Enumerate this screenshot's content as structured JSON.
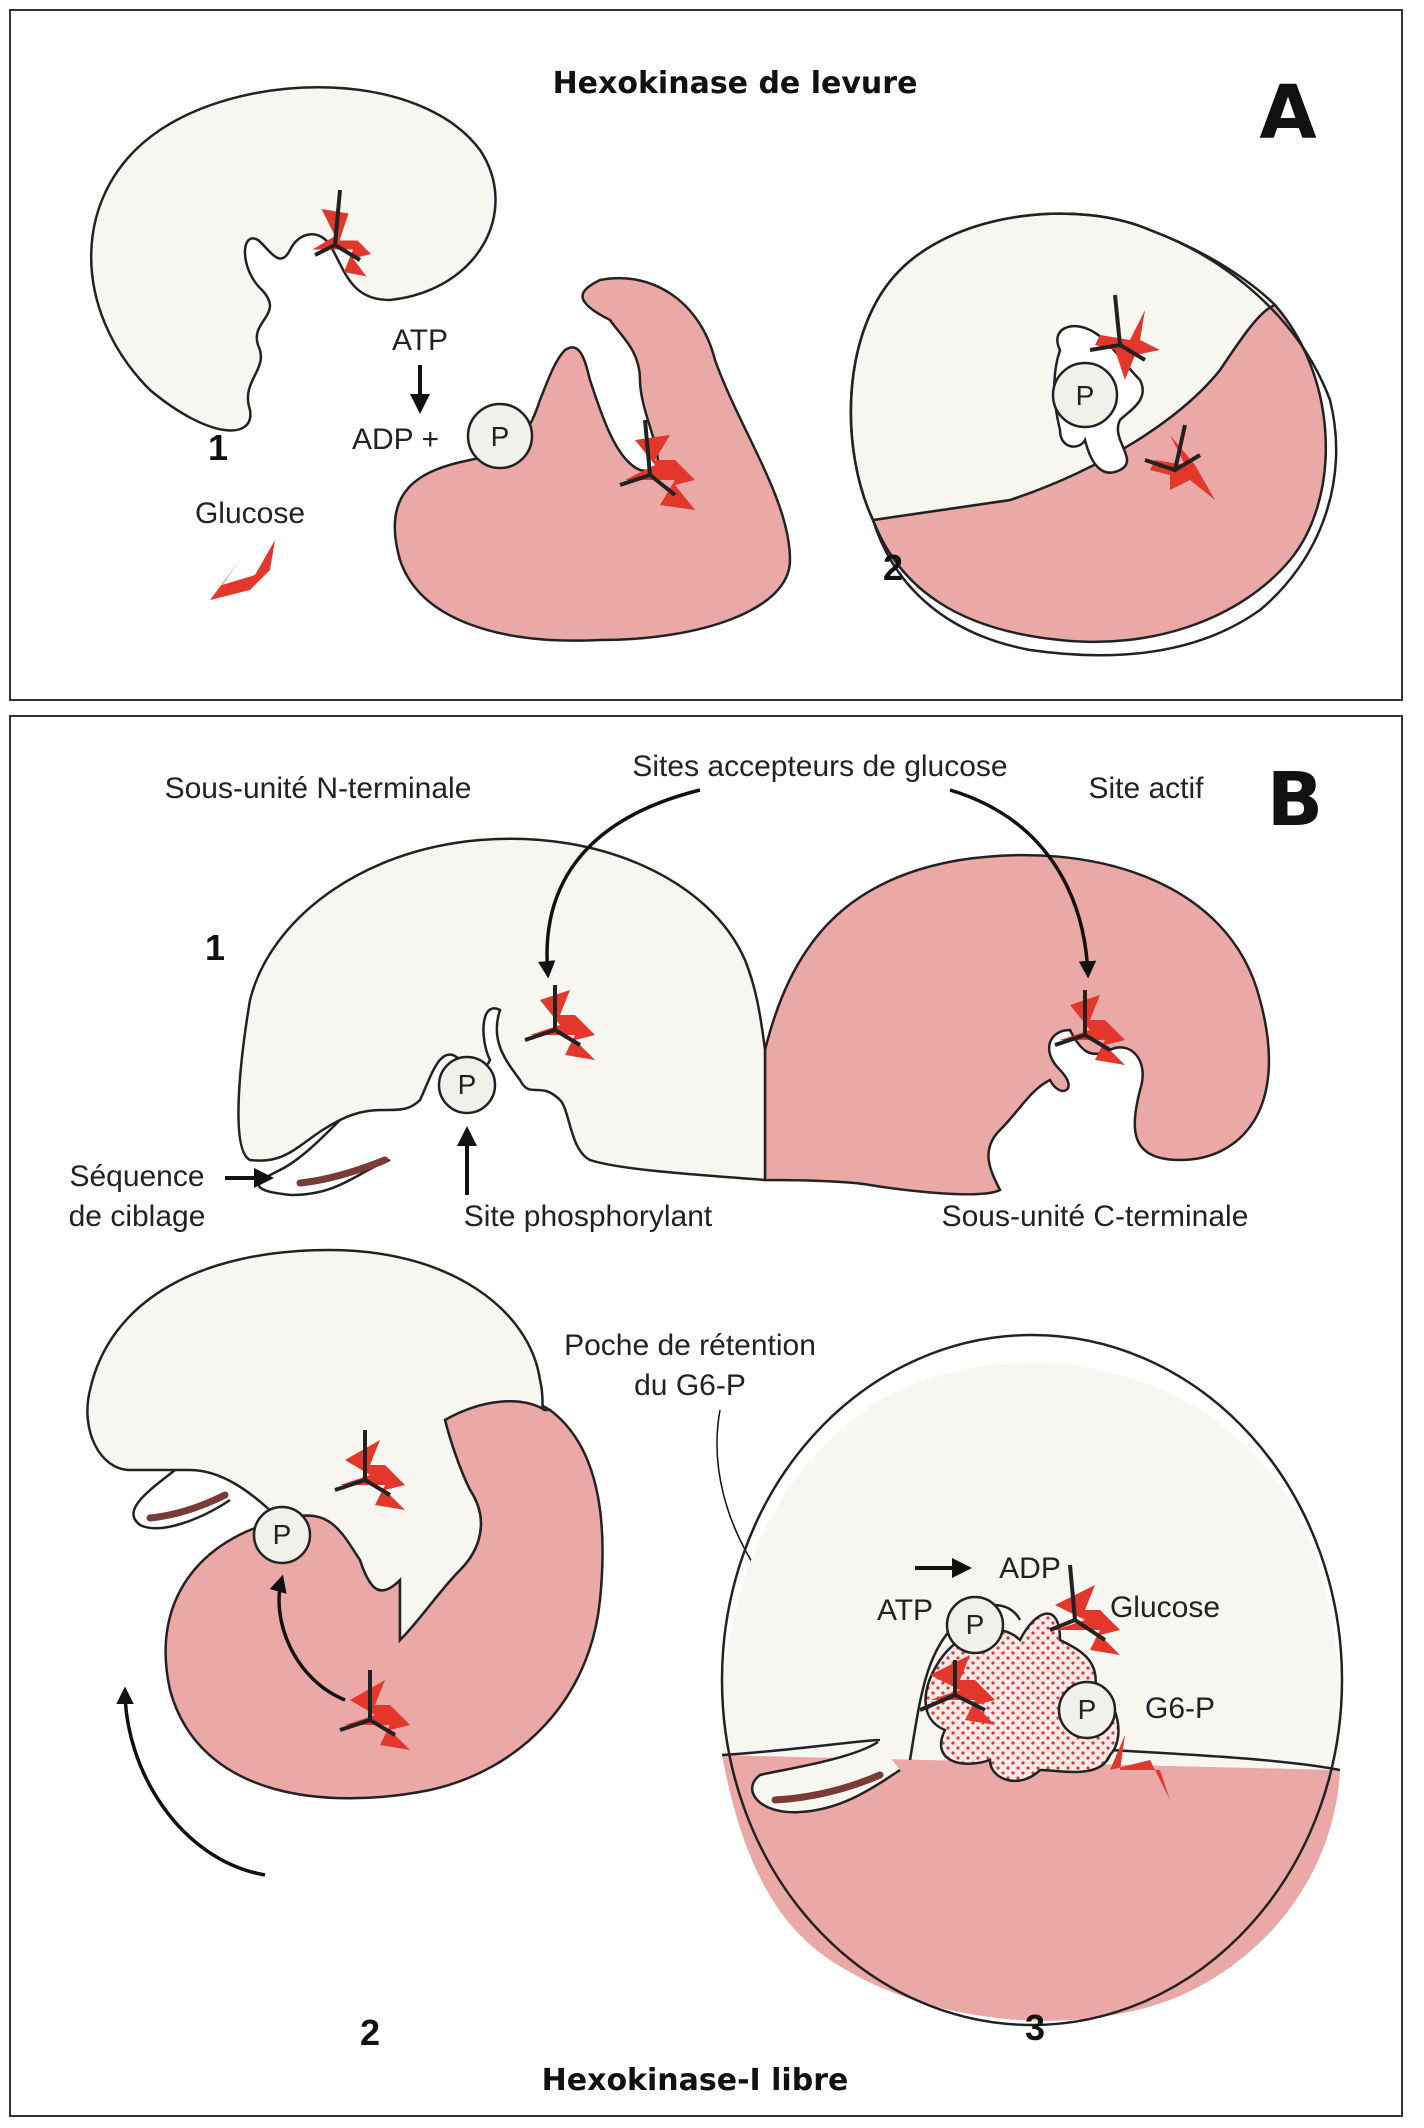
{
  "panel_a": {
    "title": "Hexokinase de levure",
    "letter": "A",
    "step1": "1",
    "step2": "2",
    "atp": "ATP",
    "adp": "ADP +",
    "glucose": "Glucose",
    "phosphate": "P"
  },
  "panel_b": {
    "letter": "B",
    "n_sub": "Sous-unité N-terminale",
    "sites": "Sites accepteurs de glucose",
    "site_actif": "Site actif",
    "step1": "1",
    "seq1": "Séquence",
    "seq2": "de ciblage",
    "site_phos": "Site phosphorylant",
    "c_sub": "Sous-unité C-terminale",
    "poche1": "Poche de rétention",
    "poche2": "du G6-P",
    "atp": "ATP",
    "adp": "ADP",
    "glucose": "Glucose",
    "g6p": "G6-P",
    "step2": "2",
    "step3": "3",
    "title": "Hexokinase-I libre",
    "phosphate": "P"
  },
  "colors": {
    "pink": "#eaa8a6",
    "shell": "#f7f6f1",
    "red": "#e2372a",
    "stroke": "#222222",
    "band": "#7a3b36"
  }
}
